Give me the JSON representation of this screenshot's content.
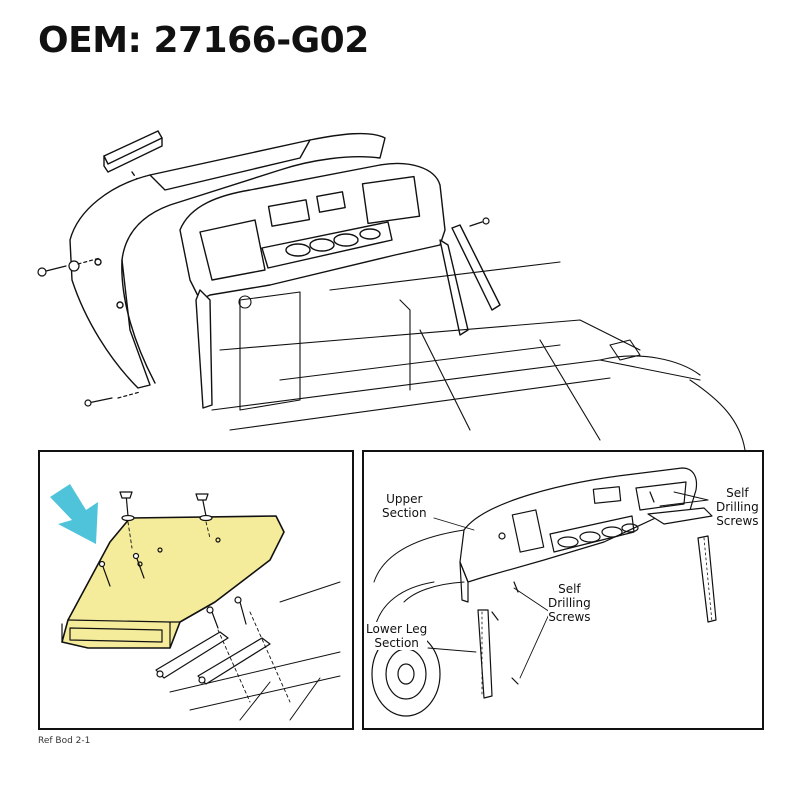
{
  "title": "OEM: 27166-G02",
  "reference": "Ref Bod 2-1",
  "highlight_color": "#F5EC9B",
  "arrow_color": "#4FC3D9",
  "right_panel": {
    "labels": {
      "upper_section": "Upper\nSection",
      "self_drilling_screws_top": "Self\nDrilling\nScrews",
      "self_drilling_screws_mid": "Self\nDrilling\nScrews",
      "lower_leg_section": "Lower Leg\nSection"
    }
  }
}
